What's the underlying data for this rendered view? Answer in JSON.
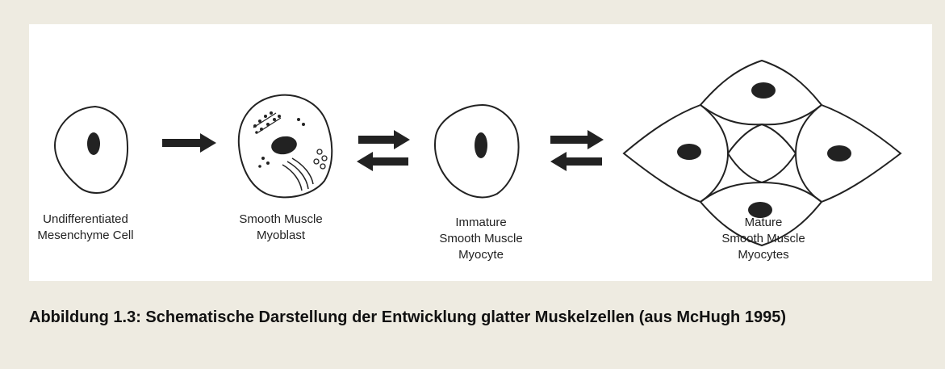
{
  "figure": {
    "stages": [
      {
        "line1": "Undifferentiated",
        "line2": "Mesenchyme Cell",
        "line3": ""
      },
      {
        "line1": "Smooth Muscle",
        "line2": "Myoblast",
        "line3": ""
      },
      {
        "line1": "Immature",
        "line2": "Smooth Muscle",
        "line3": "Myocyte"
      },
      {
        "line1": "Mature",
        "line2": "Smooth Muscle",
        "line3": "Myocytes"
      }
    ],
    "arrows": [
      {
        "between": "stage-1-stage-2",
        "direction": "forward"
      },
      {
        "between": "stage-2-stage-3",
        "direction": "reversible"
      },
      {
        "between": "stage-3-stage-4",
        "direction": "reversible"
      }
    ],
    "colors": {
      "panel": "#ffffff",
      "page": "#eeebe1",
      "ink": "#222222"
    }
  },
  "caption": {
    "text": "Abbildung 1.3: Schematische Darstellung der Entwicklung glatter Muskelzellen (aus McHugh 1995)"
  }
}
